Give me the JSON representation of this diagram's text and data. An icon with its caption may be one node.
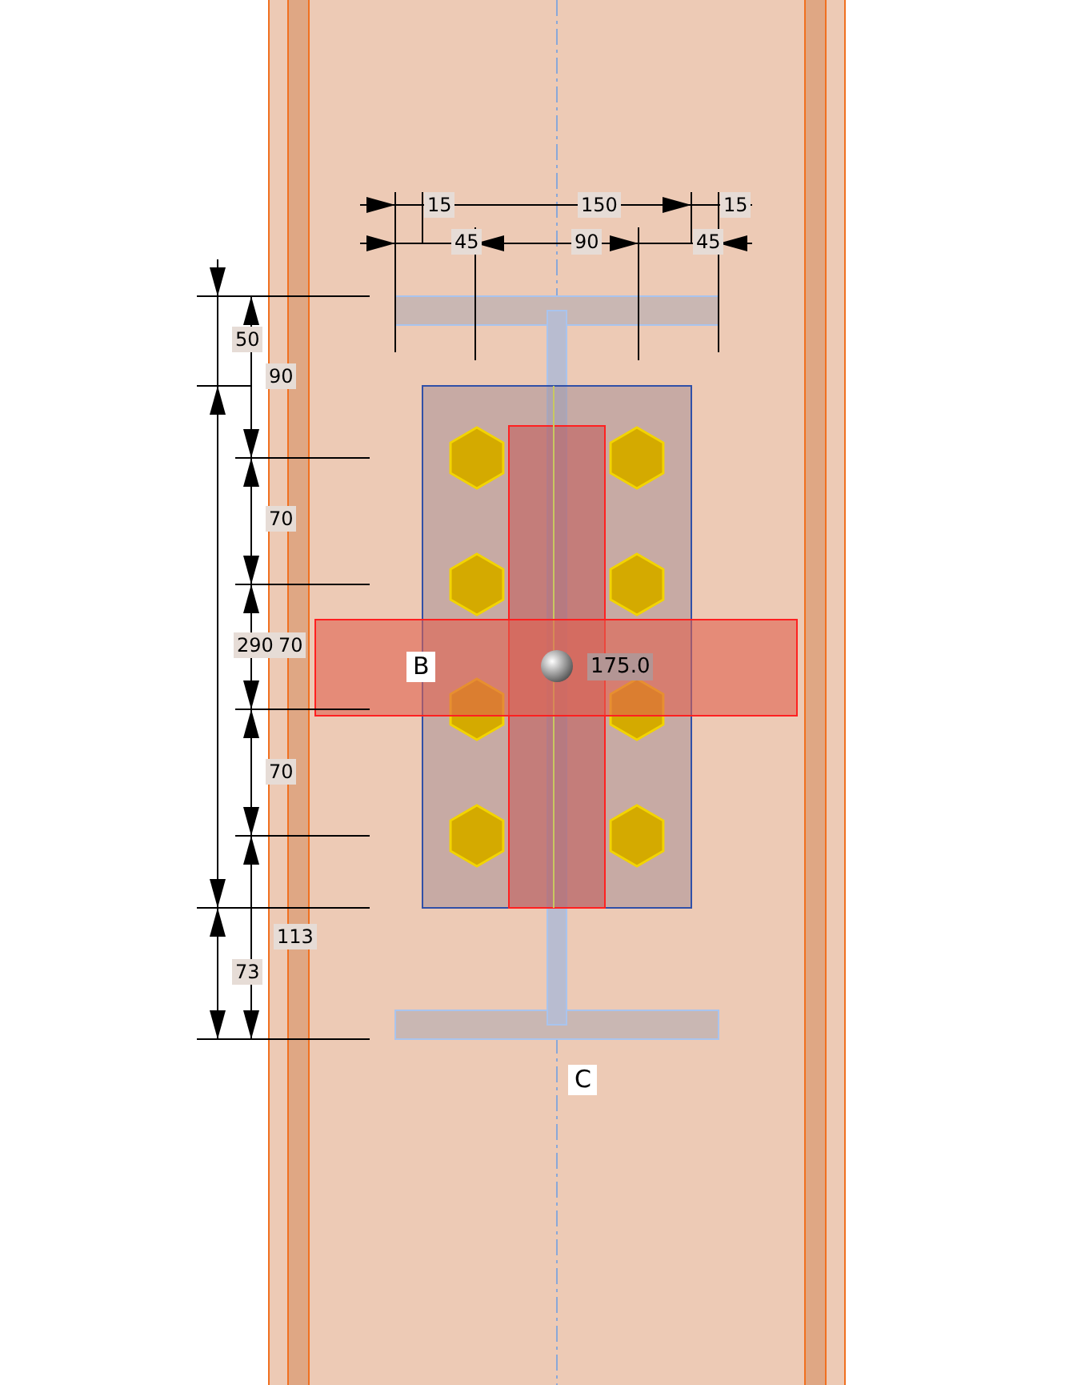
{
  "diagram": {
    "labels": [
      "15",
      "150",
      "15",
      "45",
      "90",
      "45",
      "50",
      "90",
      "70",
      "290",
      "70",
      "70",
      "113",
      "73",
      "B",
      "175.0",
      "C"
    ]
  }
}
